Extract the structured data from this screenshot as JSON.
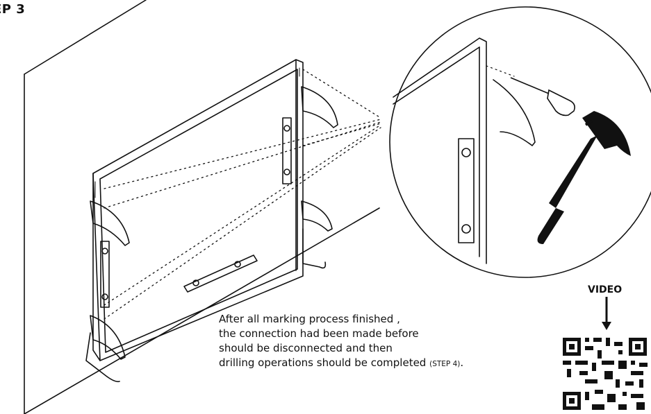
{
  "page": {
    "step_title": "EP 3",
    "instructions": {
      "line1": "After all marking process finished ,",
      "line2": "the connection had been made before",
      "line3": "should be disconnected and then",
      "line4_main": "drilling operations should be completed ",
      "line4_ref": "(STEP 4)",
      "line4_end": "."
    },
    "video_label": "VIDEO"
  },
  "icons": {
    "main": "whiteboard-on-wall-illustration",
    "detail": "magnified-bracket-detail",
    "tools": [
      "screwdriver-icon",
      "hammer-icon"
    ],
    "qr": "qr-code-icon",
    "arrow": "arrow-down-icon"
  },
  "colors": {
    "ink": "#111111",
    "background": "#ffffff"
  }
}
